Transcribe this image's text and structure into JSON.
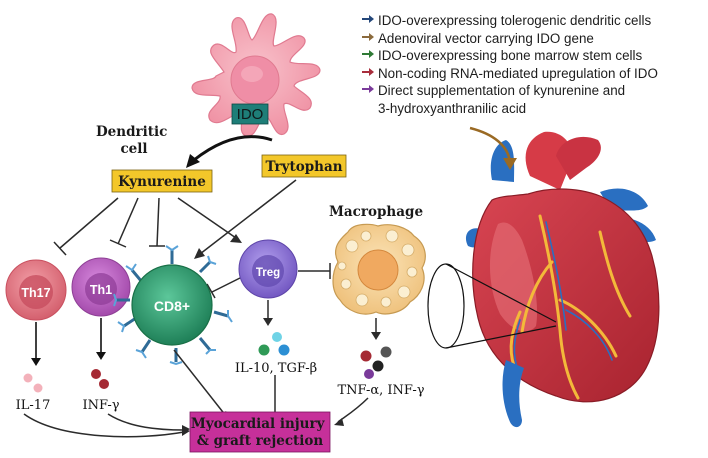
{
  "labels": {
    "dendritic_cell": [
      "Dendritic",
      "cell"
    ],
    "ido": "IDO",
    "kynurenine": "Kynurenine",
    "tryptophan": "Trytophan",
    "macrophage": "Macrophage",
    "th17": "Th17",
    "th1": "Th1",
    "cd8": "CD8+",
    "treg": "Treg",
    "il17": "IL-17",
    "inf_gamma": "INF-γ",
    "il10_tgfb": "IL-10, TGF-β",
    "tnf_inf": "TNF-α, INF-γ",
    "outcome": [
      "Myocardial injury",
      "& graft rejection"
    ]
  },
  "legend": [
    {
      "text": [
        "IDO-overexpressing tolerogenic dendritic cells"
      ],
      "color": "#24477a"
    },
    {
      "text": [
        "Adenoviral vector carrying IDO gene"
      ],
      "color": "#8b6a3c"
    },
    {
      "text": [
        "IDO-overexpressing bone marrow stem cells"
      ],
      "color": "#2f7a35"
    },
    {
      "text": [
        "Non-coding RNA-mediated upregulation of IDO"
      ],
      "color": "#a82d3c"
    },
    {
      "text": [
        "Direct supplementation of kynurenine and",
        "3-hydroxyanthranilic acid"
      ],
      "color": "#7a3a9a"
    }
  ],
  "colors": {
    "label_box": "#f3c72a",
    "ido_box": "#1e7e78",
    "outcome_box": "#c6309a",
    "dendritic": "#f4a6b4",
    "th17": "#e0737f",
    "th1": "#b85fbf",
    "cd8": "#2e9c6e",
    "treg": "#8a6fd1",
    "macrophage": "#f2cf8f",
    "heart_arrow": "#9a6a24"
  }
}
